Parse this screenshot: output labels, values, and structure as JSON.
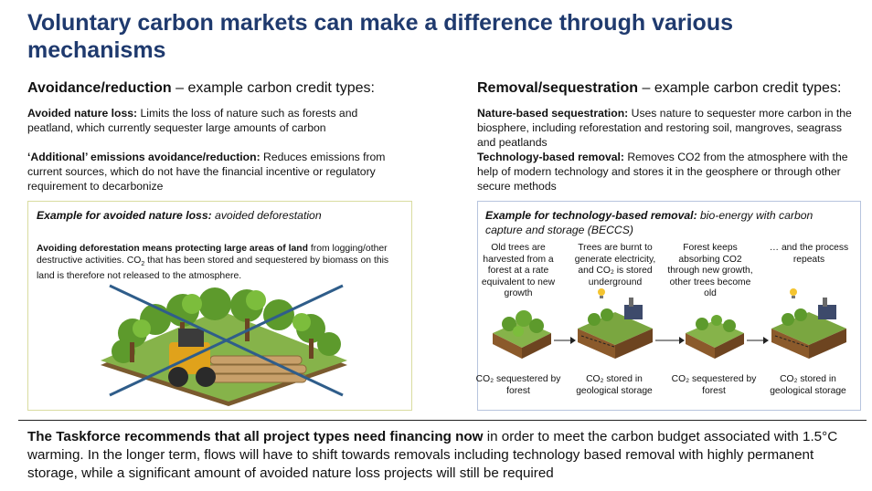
{
  "title": "Voluntary carbon markets can make a difference through various mechanisms",
  "left": {
    "heading_bold": "Avoidance/reduction",
    "heading_rest": "  – example carbon credit types:",
    "p1_bold": "Avoided nature loss:",
    "p1_text": " Limits the loss of nature such as forests and peatland, which currently sequester large amounts of carbon",
    "p2_bold": "‘Additional’ emissions avoidance/reduction:",
    "p2_text": " Reduces emissions from current sources, which do not have the financial incentive or regulatory requirement to decarbonize",
    "example_bold": "Example for avoided nature loss:",
    "example_text": " avoided deforestation",
    "desc_bold": "Avoiding deforestation means protecting large areas of land",
    "desc_text_1": " from logging/other destructive activities. CO",
    "desc_sub": "2",
    "desc_text_2": " that has been stored and sequestered by biomass on this land is therefore not released to the atmosphere."
  },
  "right": {
    "heading_bold": "Removal/sequestration",
    "heading_rest": " – example carbon credit types:",
    "p1_bold": "Nature-based sequestration:",
    "p1_text": " Uses nature to sequester more carbon in the biosphere, including reforestation and restoring soil, mangroves, seagrass and peatlands",
    "p2_bold": "Technology-based removal:",
    "p2_text": " Removes CO2 from the atmosphere with the help of modern technology and stores it in the geosphere or through other secure methods",
    "example_bold": "Example for technology-based removal:",
    "example_text": " bio-energy with carbon capture and storage (BECCS)",
    "steps": [
      "Old trees are harvested from a forest at a rate equivalent to new growth",
      "Trees are  burnt to generate electricity, and CO₂ is stored underground",
      "Forest keeps absorbing CO2 through new growth, other trees become old",
      "… and the process repeats"
    ],
    "captions": [
      "CO₂ sequestered by forest",
      "CO₂ stored in geological storage",
      "CO₂ sequestered by forest",
      "CO₂ stored in geological storage"
    ]
  },
  "bottom": {
    "bold": "The Taskforce recommends that all project types need financing now",
    "text": " in order to meet the carbon budget associated with 1.5°C warming. In the longer term, flows will have to shift towards removals including technology based removal with highly permanent storage, while a significant amount of avoided nature loss projects will still be required"
  },
  "colors": {
    "title": "#1f3a6e",
    "cross": "#2f5d8a",
    "left_border": "#d9dca0",
    "right_border": "#b7c4de"
  },
  "icons": [
    "forest-deforestation-illustration",
    "cross-out-icon",
    "forest-tile-icon",
    "power-plant-tile-icon",
    "arrow-right-icon",
    "lightbulb-icon"
  ]
}
